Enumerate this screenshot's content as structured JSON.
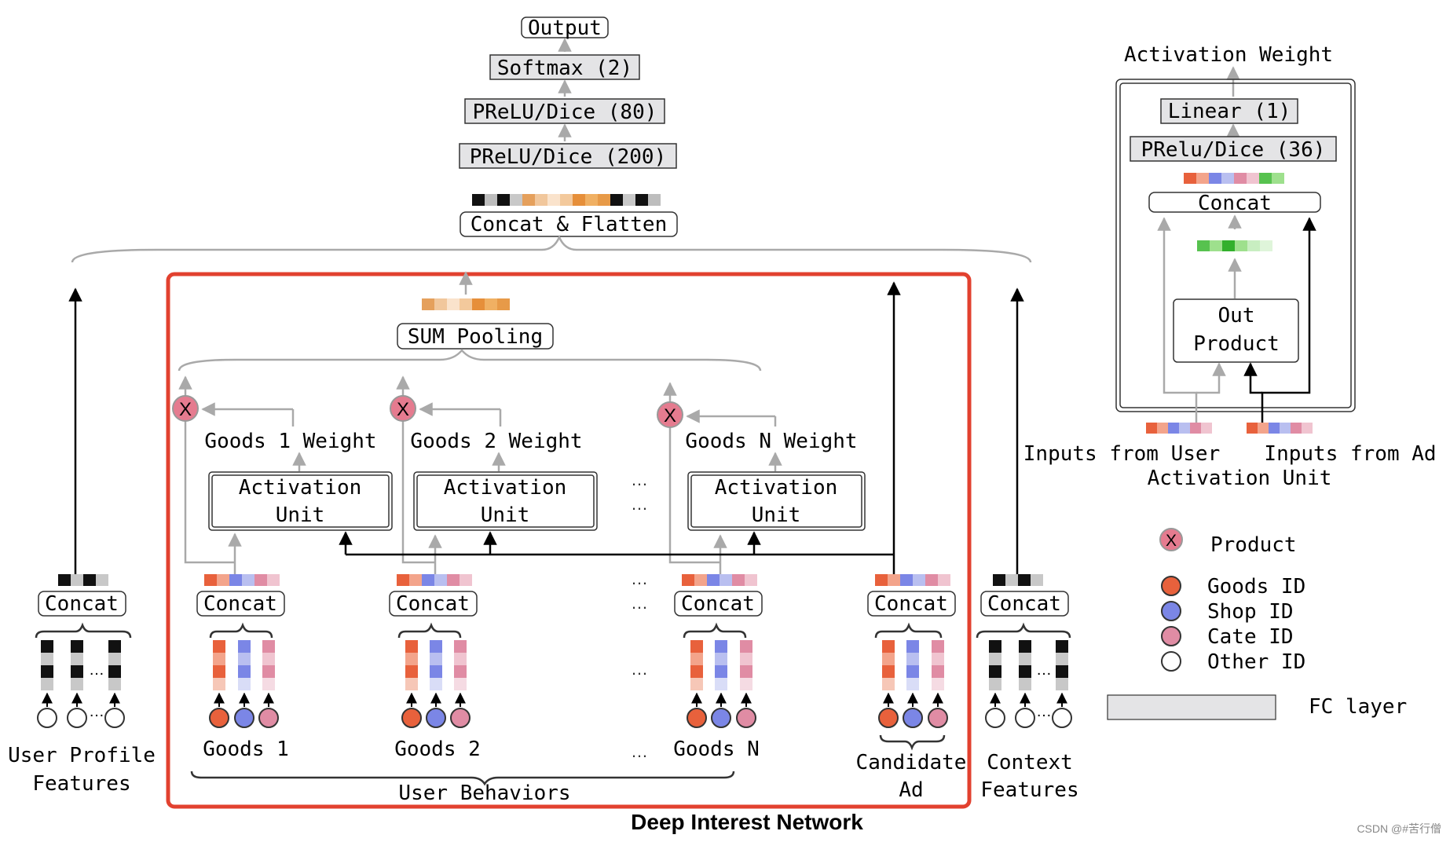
{
  "title": "Deep Interest Network",
  "watermark": "CSDN @#苦行僧",
  "tower": {
    "output": "Output",
    "softmax": "Softmax (2)",
    "fc1": "PReLU/Dice (80)",
    "fc2": "PReLU/Dice (200)",
    "concat_flatten": "Concat & Flatten"
  },
  "din": {
    "sum_pooling": "SUM Pooling",
    "weights": [
      "Goods 1 Weight",
      "Goods 2 Weight",
      "Goods N Weight"
    ],
    "activation_unit": [
      "Activation",
      "Unit"
    ],
    "concat": "Concat",
    "goods": [
      "Goods 1",
      "Goods 2",
      "Goods N"
    ],
    "candidate_ad": [
      "Candidate",
      "Ad"
    ],
    "user_behaviors": "User Behaviors",
    "ellipsis": "…",
    "product_symbol": "X"
  },
  "side": {
    "user_profile": [
      "User Profile",
      "Features"
    ],
    "context": [
      "Context",
      "Features"
    ]
  },
  "activation_panel": {
    "title": "Activation Weight",
    "linear": "Linear (1)",
    "prelu": "PRelu/Dice (36)",
    "concat": "Concat",
    "out_product": [
      "Out",
      "Product"
    ],
    "inputs_user": "Inputs from User",
    "inputs_ad": "Inputs from Ad",
    "caption": "Activation Unit"
  },
  "legend": {
    "product": "Product",
    "items": [
      {
        "label": "Goods ID",
        "color": "#e8613c"
      },
      {
        "label": "Shop ID",
        "color": "#7b86e6"
      },
      {
        "label": "Cate ID",
        "color": "#e08ca4"
      },
      {
        "label": "Other ID",
        "color": "#ffffff"
      }
    ],
    "fc_layer": "FC layer"
  },
  "colors": {
    "highlight_border": "#e2412f",
    "product_fill": "#e57b8f",
    "fc_fill": "#e4e4e6",
    "arrow_gray": "#a9a9a9"
  }
}
